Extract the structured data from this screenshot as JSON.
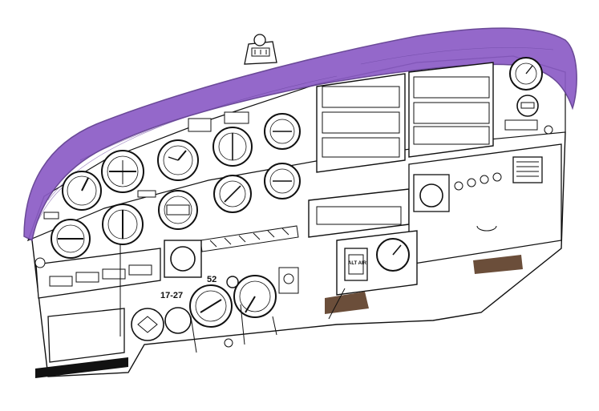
{
  "colors": {
    "glareshield": "#8b5cc6",
    "glareshield_edge": "#5e3a8f",
    "ink": "#111111",
    "paper": "#ffffff",
    "shade": "#6b4e3a"
  },
  "callouts": {
    "label_17_27": "17-27",
    "label_52": "52"
  },
  "panel_plates": {
    "alt_air": "ALT AIR"
  }
}
